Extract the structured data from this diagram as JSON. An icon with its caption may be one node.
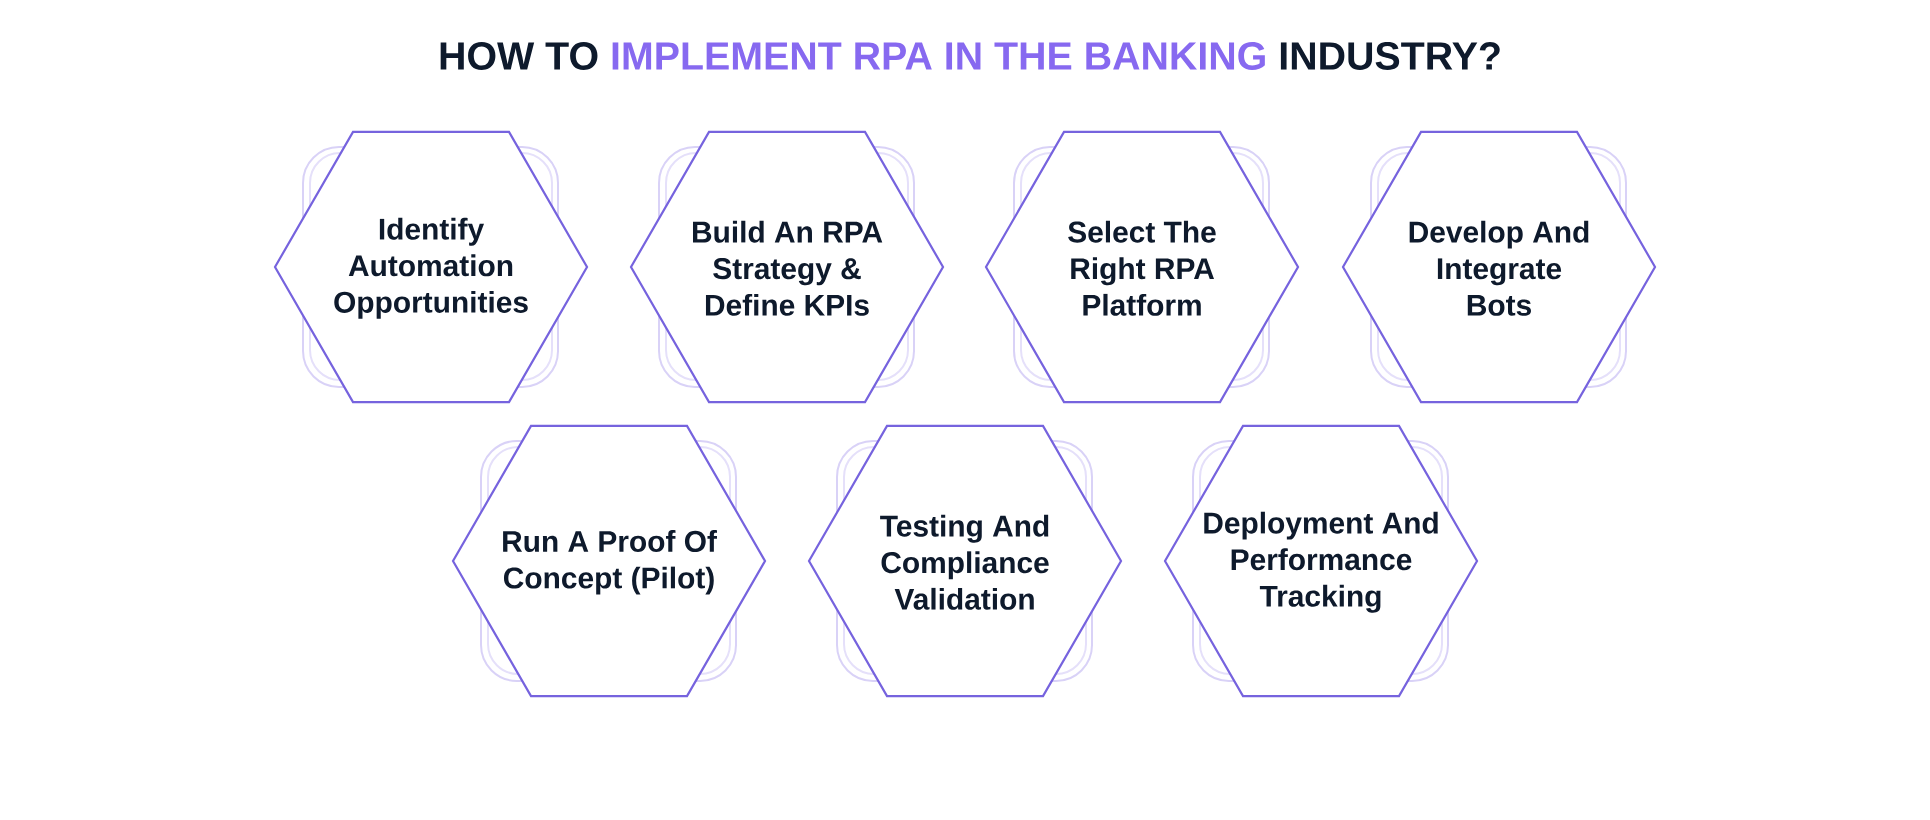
{
  "diagram": {
    "title": "HOW TO **IMPLEMENT RPA IN THE BANKING** INDUSTRY?",
    "nodes": [
      {
        "text": [
          "Identify Automation Opportunities"
        ]
      },
      {
        "text": [
          "Build An RPA Strategy & Define KPIs"
        ]
      },
      {
        "text": [
          "Select The Right RPA Platform"
        ]
      },
      {
        "text": [
          "Develop And Integrate Bots"
        ]
      },
      {
        "text": [
          "Run A Proof Of Concept (Pilot)"
        ]
      },
      {
        "text": [
          "Testing And Compliance Validation"
        ]
      },
      {
        "text": [
          "Deployment And Performance Tracking"
        ]
      }
    ]
  }
}
